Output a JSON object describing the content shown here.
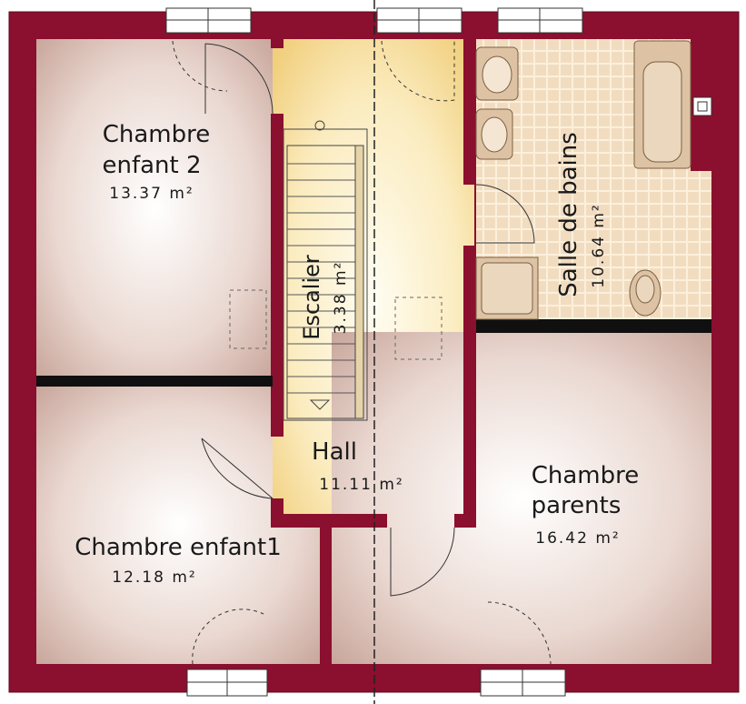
{
  "colors": {
    "wall": "#8b0f2e",
    "wall_dark": "#5e0a1f",
    "room_fill": "#dcc0b6",
    "hall_fill": "#f9e3a3",
    "bath_tile": "#f3dfc4",
    "fixture_fill": "#ddc3a3",
    "partition": "#101010"
  },
  "rooms": {
    "chambre_enfant_2": {
      "name_line1": "Chambre",
      "name_line2": "enfant 2",
      "area": "13.37 m²"
    },
    "chambre_enfant_1": {
      "name": "Chambre enfant1",
      "area": "12.18 m²"
    },
    "chambre_parents": {
      "name_line1": "Chambre",
      "name_line2": "parents",
      "area": "16.42 m²"
    },
    "salle_de_bains": {
      "name": "Salle de bains",
      "area": "10.64 m²"
    },
    "escalier": {
      "name": "Escalier",
      "area": "3.38 m²"
    },
    "hall": {
      "name": "Hall",
      "area": "11.11 m²"
    }
  }
}
